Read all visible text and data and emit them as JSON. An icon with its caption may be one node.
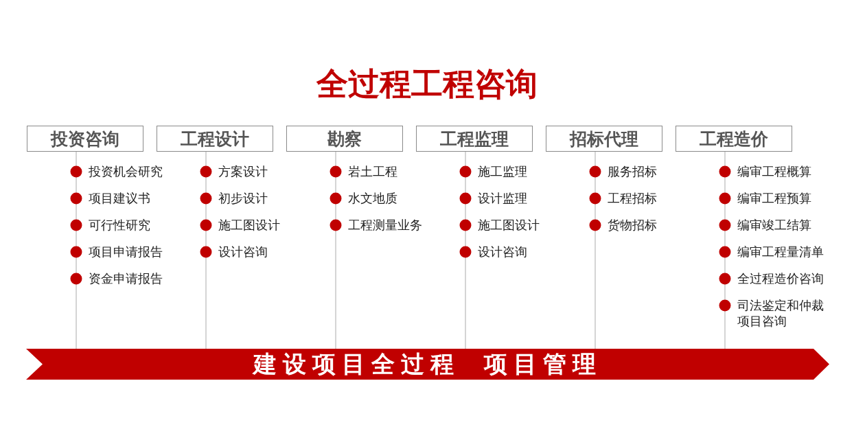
{
  "diagram": {
    "title": "全过程工程咨询",
    "nodes": [
      {
        "text": [
          "投资咨询"
        ],
        "beside": [
          "投资机会研究",
          "项目建议书",
          "可行性研究",
          "项目申请报告",
          "资金申请报告"
        ]
      },
      {
        "text": [
          "工程设计"
        ],
        "beside": [
          "方案设计",
          "初步设计",
          "施工图设计",
          "设计咨询"
        ]
      },
      {
        "text": [
          "勘察"
        ],
        "beside": [
          "岩土工程",
          "水文地质",
          "工程测量业务"
        ]
      },
      {
        "text": [
          "工程监理"
        ],
        "beside": [
          "施工监理",
          "设计监理",
          "施工图设计",
          "设计咨询"
        ]
      },
      {
        "text": [
          "招标代理"
        ],
        "beside": [
          "服务招标",
          "工程招标",
          "货物招标"
        ]
      },
      {
        "text": [
          "工程造价"
        ],
        "beside": [
          "编审工程概算",
          "编审工程预算",
          "编审竣工结算",
          "编审工程量清单",
          "全过程造价咨询",
          "司法鉴定和仲裁项目咨询"
        ]
      },
      {
        "text": [
          "建设项目全过程 项目管理"
        ]
      }
    ],
    "edges": [
      {
        "from": 0,
        "to": 6,
        "arrow": "none"
      },
      {
        "from": 1,
        "to": 6,
        "arrow": "none"
      },
      {
        "from": 2,
        "to": 6,
        "arrow": "none"
      },
      {
        "from": 3,
        "to": 6,
        "arrow": "none"
      },
      {
        "from": 4,
        "to": 6,
        "arrow": "none"
      },
      {
        "from": 5,
        "to": 6,
        "arrow": "none"
      }
    ]
  }
}
